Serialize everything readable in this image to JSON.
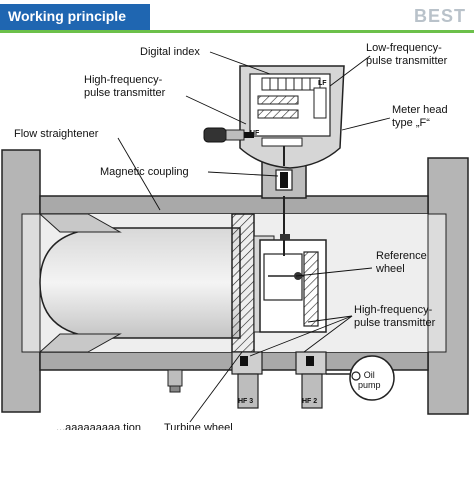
{
  "header": {
    "title": "Working principle",
    "brand": "BEST",
    "colors": {
      "title_bar": "#1f66b1",
      "accent_bar": "#6cc04a",
      "brand": "#b9c2ca"
    }
  },
  "diagram": {
    "labels": {
      "digital_index": "Digital index",
      "low_freq_tx": "Low-frequency-\npulse transmitter",
      "high_freq_tx_top": "High-frequency-\npulse transmitter",
      "meter_head": "Meter head\ntype „F“",
      "flow_straightener": "Flow straightener",
      "magnetic_coupling": "Magnetic coupling",
      "reference_wheel": "Reference\nwheel",
      "high_freq_tx_bottom": "High-frequency-\npulse transmitter",
      "oil_pump": "Oil\npump",
      "hf3": "HF 3",
      "hf2": "HF 2",
      "lf": "LF",
      "hf": "HF",
      "turbine_wheel": "Turbine wheel",
      "bottom_left_partial": "...aaaaaaaaa.tion"
    }
  }
}
